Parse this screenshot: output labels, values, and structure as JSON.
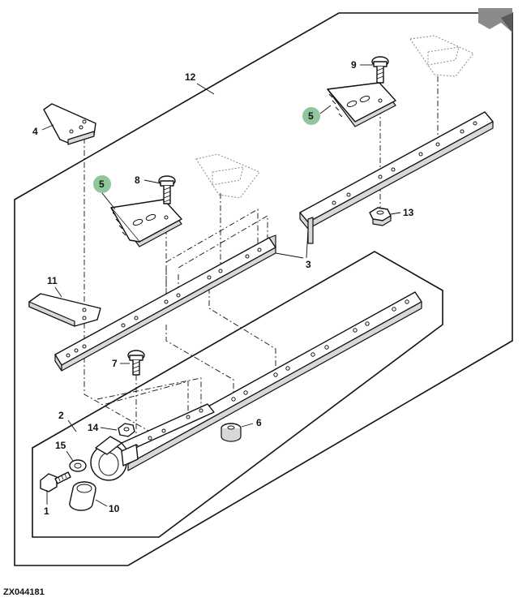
{
  "callouts": {
    "c1": "1",
    "c2": "2",
    "c3": "3",
    "c4": "4",
    "c5a": "5",
    "c5b": "5",
    "c6": "6",
    "c7": "7",
    "c8": "8",
    "c9": "9",
    "c10": "10",
    "c11": "11",
    "c12": "12",
    "c13": "13",
    "c14": "14",
    "c15": "15"
  },
  "highlight_color": "#8fc79a",
  "figure_code": "ZX044181"
}
